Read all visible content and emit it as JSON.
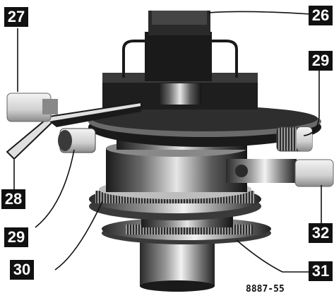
{
  "callouts": {
    "c27": "27",
    "c26": "26",
    "c29_right": "29",
    "c28": "28",
    "c29_left": "29",
    "c32": "32",
    "c30": "30",
    "c31": "31"
  },
  "figure_id": "8887-55",
  "colors": {
    "background": "#ffffff",
    "label_bg": "#111111",
    "label_text": "#ffffff",
    "metal_dark": "#1c1c1c",
    "metal_mid": "#6e6e6e",
    "metal_light": "#d9d9d9"
  }
}
